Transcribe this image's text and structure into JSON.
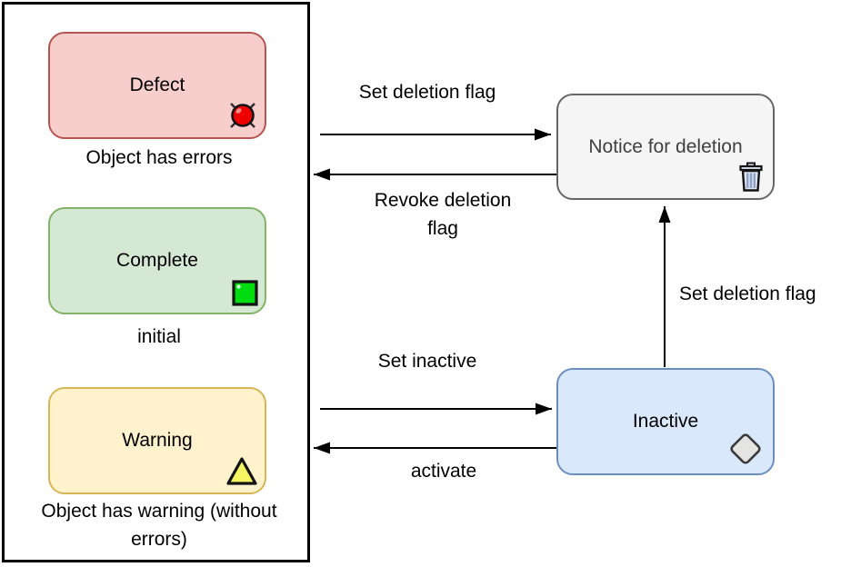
{
  "legend_panel": {
    "states": [
      {
        "label": "Defect",
        "caption": "Object has errors",
        "fill": "#f8cecc",
        "stroke": "#b85450",
        "icon": "bug-icon"
      },
      {
        "label": "Complete",
        "caption": "initial",
        "fill": "#d5e8d4",
        "stroke": "#82b366",
        "icon": "green-square-icon"
      },
      {
        "label": "Warning",
        "caption": "Object has warning (without errors)",
        "fill": "#fff2cc",
        "stroke": "#d6b656",
        "icon": "warning-triangle-icon"
      }
    ]
  },
  "diagram": {
    "nodes": [
      {
        "label": "Notice for deletion",
        "fill": "#f5f5f5",
        "stroke": "#666666",
        "text_color": "#404040",
        "icon": "trash-icon"
      },
      {
        "label": "Inactive",
        "fill": "#dae8fc",
        "stroke": "#6c8ebf",
        "text_color": "#000000",
        "icon": "diamond-icon"
      }
    ],
    "transitions": [
      {
        "label": "Set deletion flag",
        "from": "legend-panel",
        "to": "notice-for-deletion",
        "direction": "right"
      },
      {
        "label": "Revoke deletion flag",
        "from": "notice-for-deletion",
        "to": "legend-panel",
        "direction": "left"
      },
      {
        "label": "Set inactive",
        "from": "legend-panel",
        "to": "inactive",
        "direction": "right"
      },
      {
        "label": "activate",
        "from": "inactive",
        "to": "legend-panel",
        "direction": "left"
      },
      {
        "label": "Set deletion flag",
        "from": "inactive",
        "to": "notice-for-deletion",
        "direction": "up"
      }
    ],
    "arrow_color": "#000000",
    "container_border_color": "#000000"
  }
}
